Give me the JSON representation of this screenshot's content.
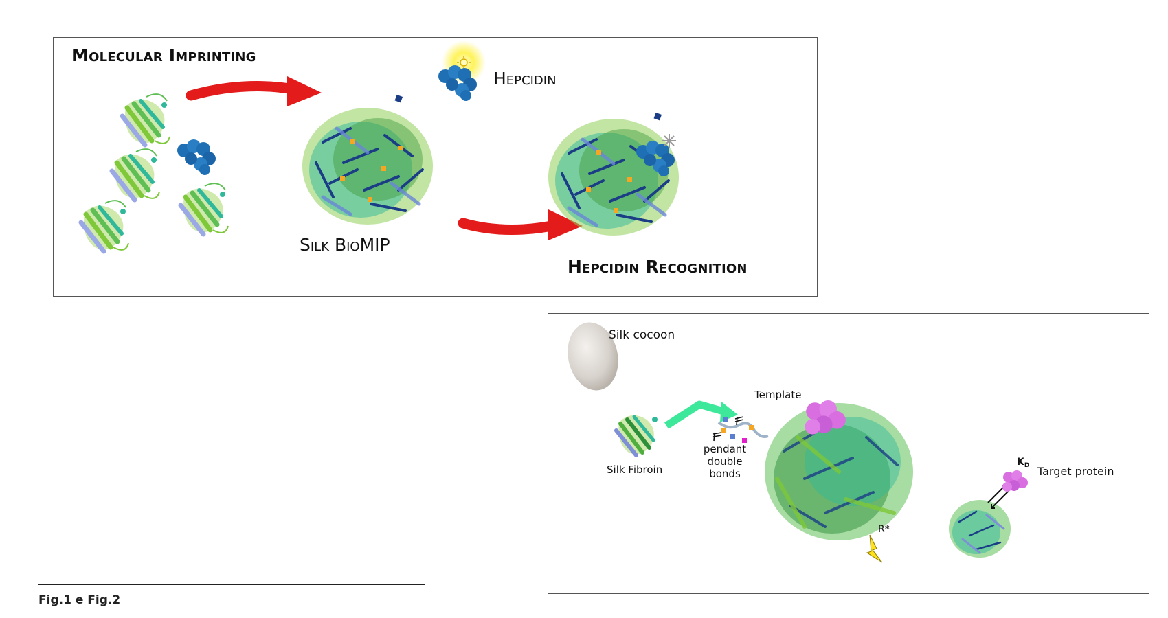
{
  "fig1": {
    "title": "Molecular Imprinting",
    "hepcidin_label": "Hepcidin",
    "biomip_label": "Silk BioMIP",
    "recognition_label": "Hepcidin Recognition"
  },
  "fig2": {
    "cocoon_label": "Silk cocoon",
    "template_label": "Template",
    "fibroin_label": "Silk Fibroin",
    "pendant_label_1": "pendant",
    "pendant_label_2": "double",
    "pendant_label_3": "bonds",
    "radical_label": "R*",
    "kd_label": "K",
    "kd_sub": "D",
    "target_label": "Target protein"
  },
  "caption": "Fig.1 e Fig.2",
  "colors": {
    "arrow_red": "#e41b1b",
    "arrow_green": "#3ee89a",
    "protein_green": "#7ec83a",
    "protein_teal": "#2fb89a",
    "protein_blue": "#8fa0e0",
    "hepcidin_blue": "#1f6fb5",
    "target_pink": "#d86ee0",
    "glow_yellow": "#fff35a"
  }
}
